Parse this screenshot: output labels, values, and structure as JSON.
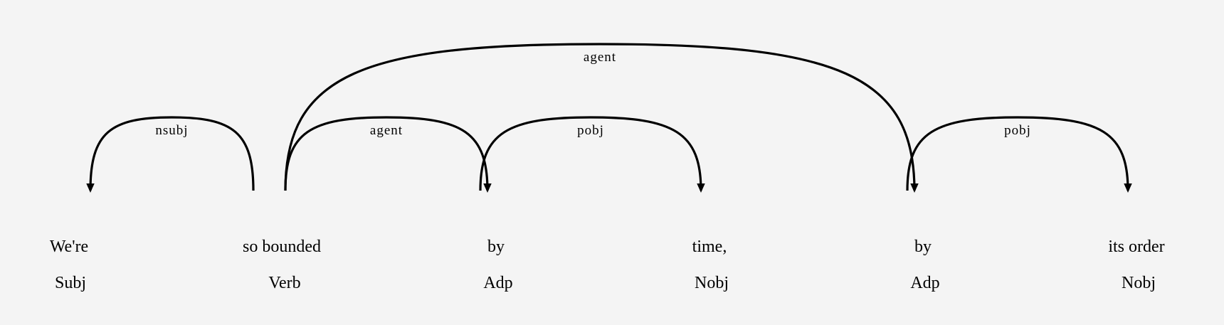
{
  "tokens": [
    {
      "text": "We're",
      "tag": "Subj"
    },
    {
      "text": "so bounded",
      "tag": "Verb"
    },
    {
      "text": "by",
      "tag": "Adp"
    },
    {
      "text": "time,",
      "tag": "Nobj"
    },
    {
      "text": "by",
      "tag": "Adp"
    },
    {
      "text": "its order",
      "tag": "Nobj"
    }
  ],
  "arcs": [
    {
      "label": "nsubj",
      "head": 1,
      "dependent": 0
    },
    {
      "label": "agent",
      "head": 1,
      "dependent": 2
    },
    {
      "label": "pobj",
      "head": 2,
      "dependent": 3
    },
    {
      "label": "agent",
      "head": 1,
      "dependent": 4
    },
    {
      "label": "pobj",
      "head": 4,
      "dependent": 5
    }
  ],
  "colors": {
    "background": "#f4f4f4",
    "ink": "#000000"
  }
}
